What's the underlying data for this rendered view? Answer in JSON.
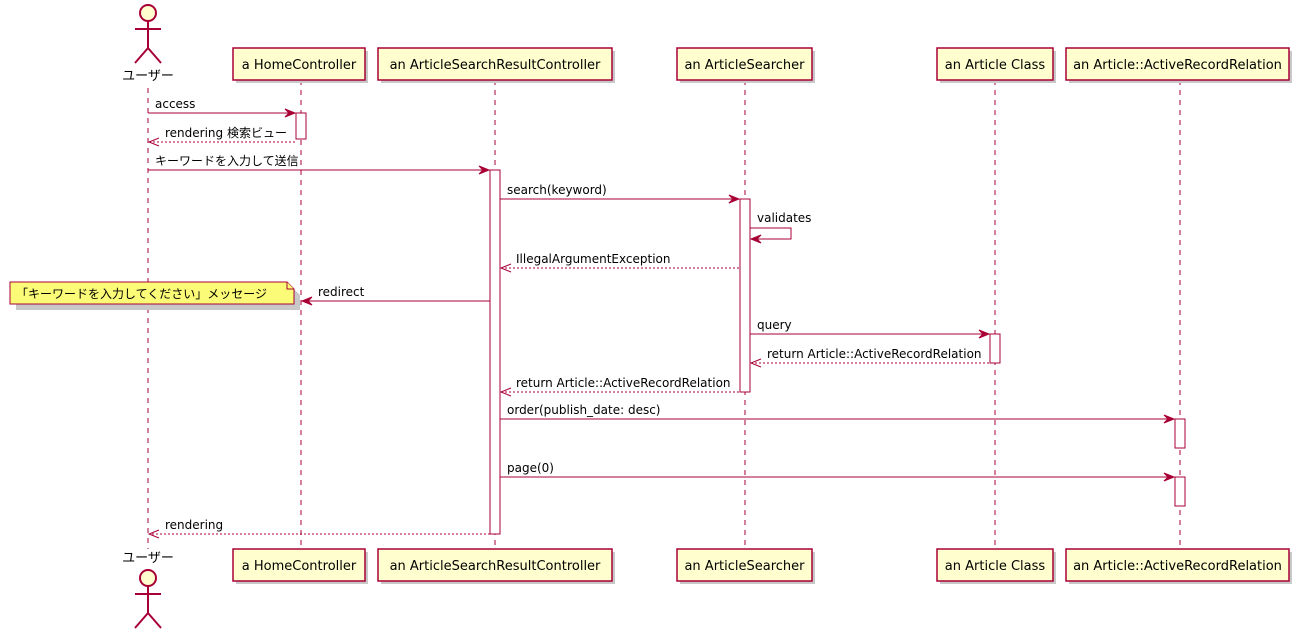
{
  "diagram": {
    "type": "sequence",
    "participants": [
      {
        "id": "user",
        "label": "ユーザー",
        "kind": "actor"
      },
      {
        "id": "home",
        "label": "a HomeController",
        "kind": "box"
      },
      {
        "id": "asrc",
        "label": "an ArticleSearchResultController",
        "kind": "box"
      },
      {
        "id": "searcher",
        "label": "an ArticleSearcher",
        "kind": "box"
      },
      {
        "id": "article",
        "label": "an Article Class",
        "kind": "box"
      },
      {
        "id": "relation",
        "label": "an Article::ActiveRecordRelation",
        "kind": "box"
      }
    ],
    "messages": [
      {
        "from": "user",
        "to": "home",
        "label": "access",
        "style": "solid"
      },
      {
        "from": "home",
        "to": "user",
        "label": "rendering 検索ビュー",
        "style": "dashed"
      },
      {
        "from": "user",
        "to": "asrc",
        "label": "キーワードを入力して送信",
        "style": "solid"
      },
      {
        "from": "asrc",
        "to": "searcher",
        "label": "search(keyword)",
        "style": "solid"
      },
      {
        "from": "searcher",
        "to": "searcher",
        "label": "validates",
        "style": "self"
      },
      {
        "from": "searcher",
        "to": "asrc",
        "label": "IllegalArgumentException",
        "style": "dashed"
      },
      {
        "from": "asrc",
        "to": "home",
        "label": "redirect",
        "style": "solid"
      },
      {
        "from": "searcher",
        "to": "article",
        "label": "query",
        "style": "solid"
      },
      {
        "from": "article",
        "to": "searcher",
        "label": "return Article::ActiveRecordRelation",
        "style": "dashed"
      },
      {
        "from": "searcher",
        "to": "asrc",
        "label": "return Article::ActiveRecordRelation",
        "style": "dashed"
      },
      {
        "from": "asrc",
        "to": "relation",
        "label": "order(publish_date: desc)",
        "style": "solid"
      },
      {
        "from": "asrc",
        "to": "relation",
        "label": "page(0)",
        "style": "solid"
      },
      {
        "from": "asrc",
        "to": "user",
        "label": "rendering",
        "style": "dashed"
      }
    ],
    "note": {
      "label": "「キーワードを入力してください」メッセージ",
      "attached_to": "home"
    },
    "colors": {
      "line": "#A80036",
      "participant_fill": "#FEFECE",
      "note_fill": "#FBFB77"
    }
  }
}
